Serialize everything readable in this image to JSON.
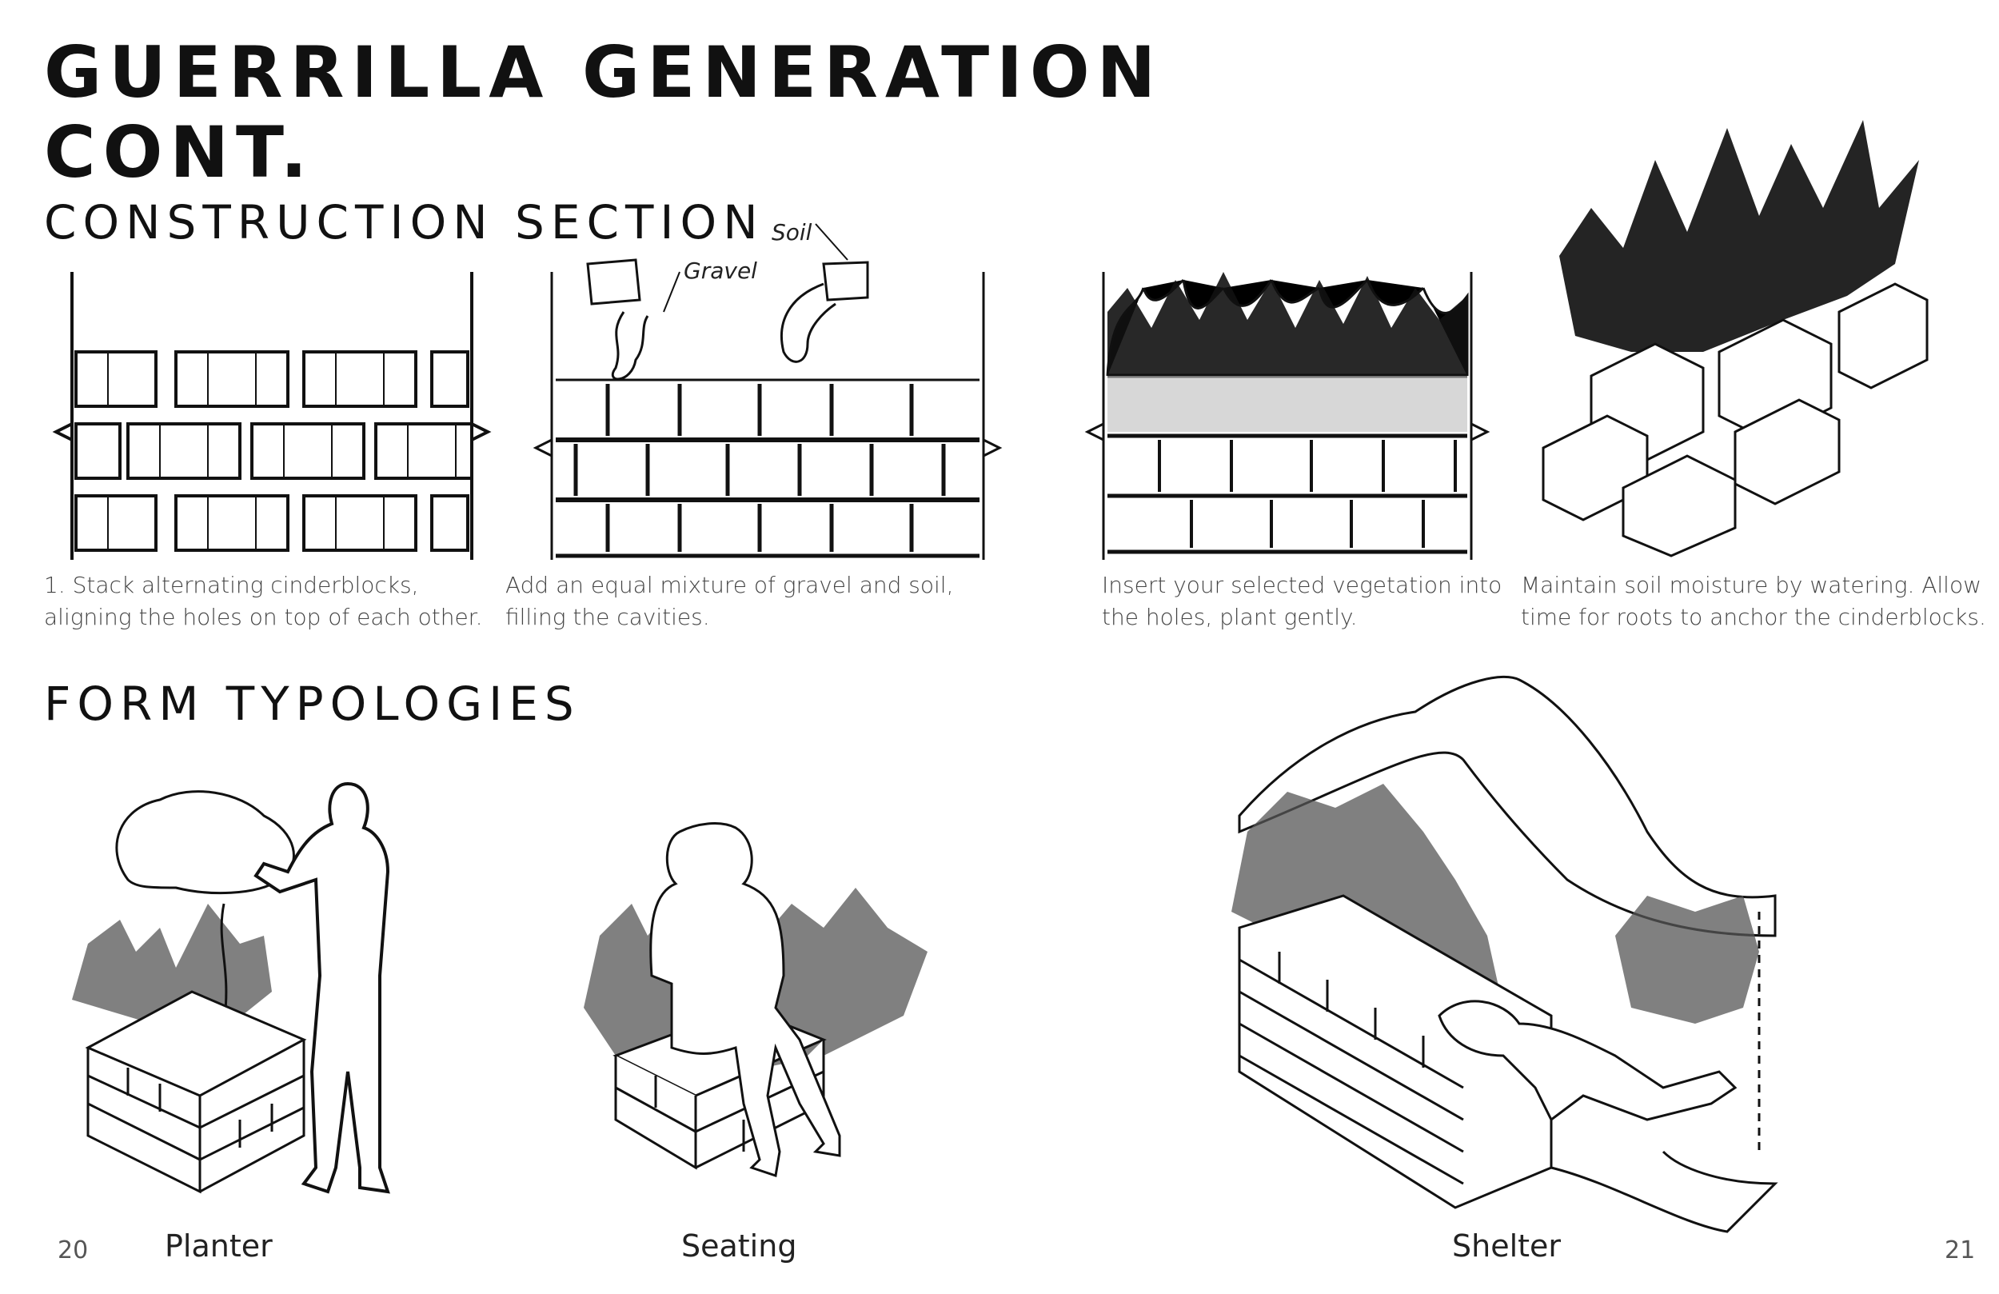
{
  "title": {
    "line1": "GUERRILLA GENERATION",
    "line2": "CONT."
  },
  "construction": {
    "heading": "CONSTRUCTION SECTION",
    "annotations": {
      "gravel": "Gravel",
      "soil": "Soil"
    },
    "steps": [
      {
        "line1": "1. Stack alternating cinderblocks,",
        "line2": "aligning the holes on top of each other."
      },
      {
        "line1": "Add an equal mixture of gravel and soil,",
        "line2": "filling the cavities."
      },
      {
        "line1": "Insert your selected vegetation into",
        "line2": "the holes, plant gently."
      },
      {
        "line1": "Maintain soil moisture by watering. Allow",
        "line2": "time for roots to anchor the cinderblocks."
      }
    ]
  },
  "typologies": {
    "heading": "FORM TYPOLOGIES",
    "items": [
      {
        "label": "Planter"
      },
      {
        "label": "Seating"
      },
      {
        "label": "Shelter"
      }
    ]
  },
  "page_numbers": {
    "left": "20",
    "right": "21"
  }
}
